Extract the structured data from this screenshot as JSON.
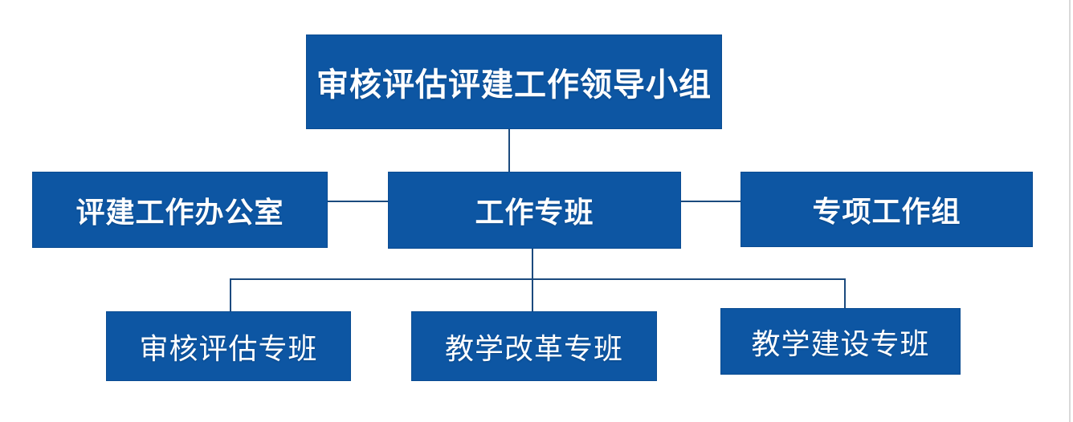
{
  "colors": {
    "box_fill": "#0d56a3",
    "box_border": "#0b4c92",
    "connector": "#1b4a7e",
    "text": "#ffffff",
    "page_edge": "#d9d9d9",
    "background": "#ffffff"
  },
  "org_chart": {
    "type": "org-tree",
    "root": {
      "label": "审核评估评建工作领导小组"
    },
    "level2": [
      {
        "label": "评建工作办公室"
      },
      {
        "label": "工作专班"
      },
      {
        "label": "专项工作组"
      }
    ],
    "level3": [
      {
        "label": "审核评估专班"
      },
      {
        "label": "教学改革专班"
      },
      {
        "label": "教学建设专班"
      }
    ],
    "hierarchy_note": "root connects to 工作专班; 评建工作办公室 and 专项工作组 flank 工作专班; 工作专班 branches to the three level3 nodes"
  }
}
